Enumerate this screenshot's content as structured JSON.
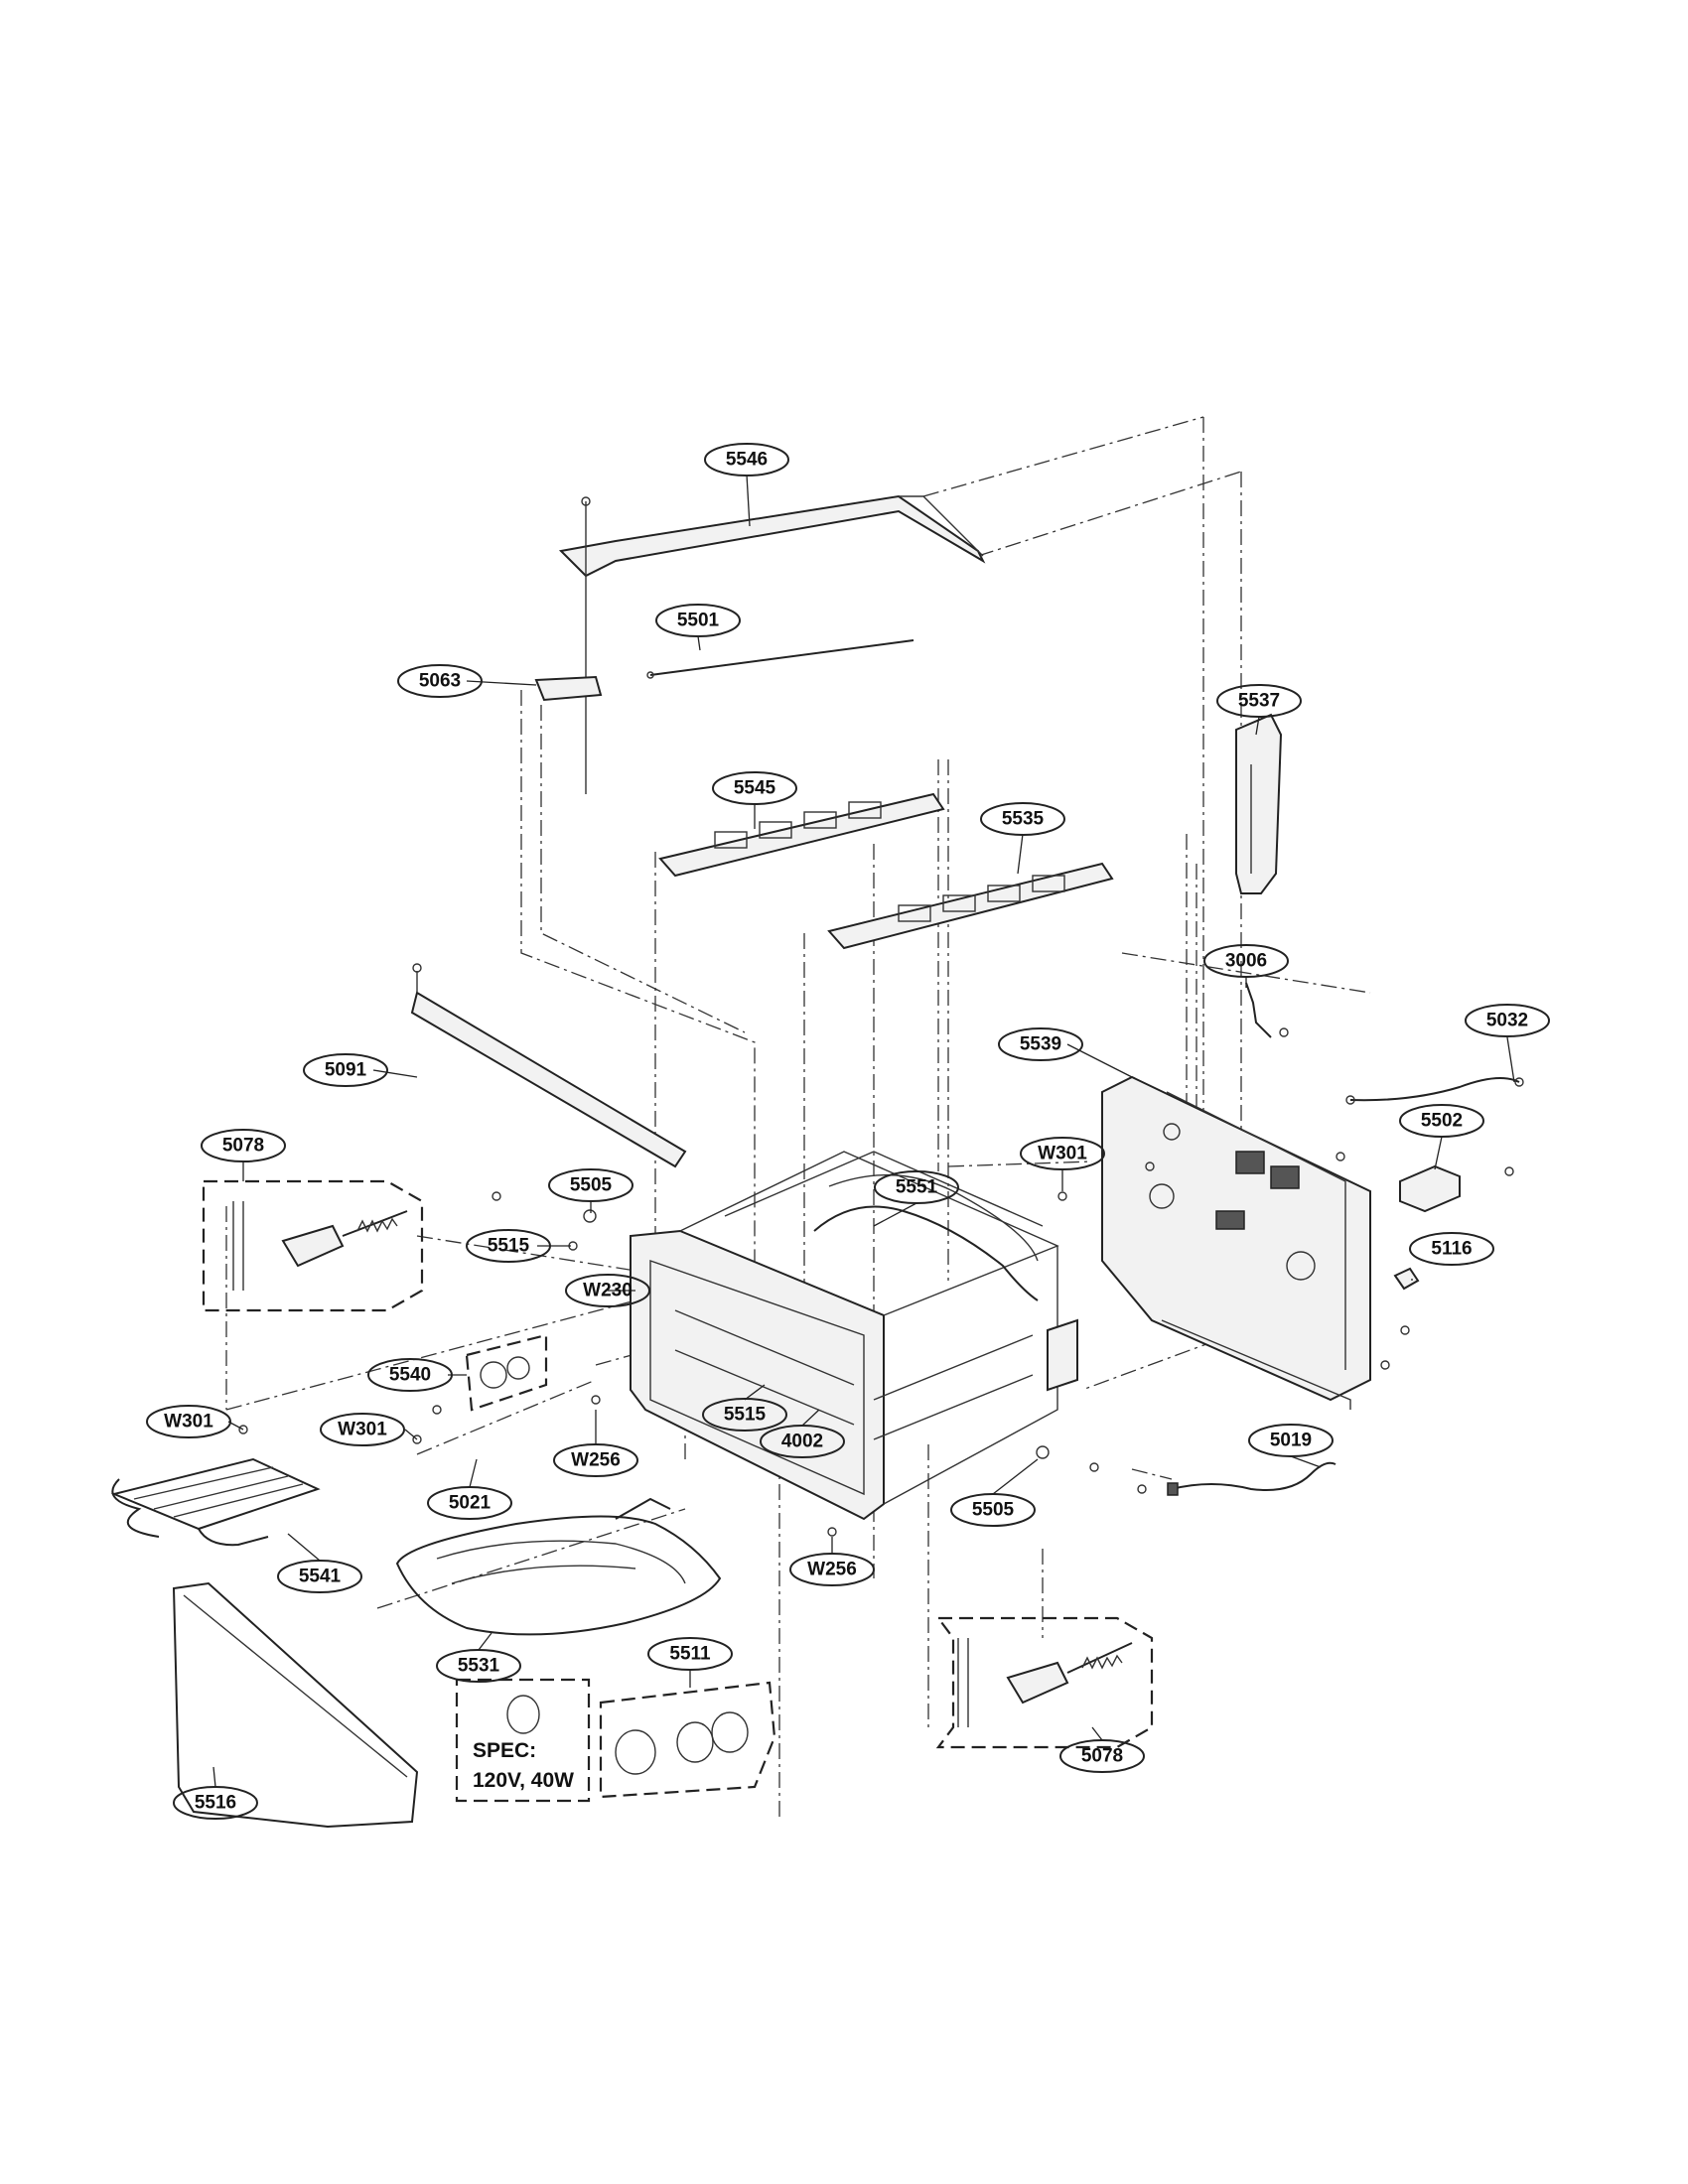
{
  "callouts": [
    {
      "id": "c5546",
      "label": "5546"
    },
    {
      "id": "c5501",
      "label": "5501"
    },
    {
      "id": "c5063",
      "label": "5063"
    },
    {
      "id": "c5537",
      "label": "5537"
    },
    {
      "id": "c5545",
      "label": "5545"
    },
    {
      "id": "c5535",
      "label": "5535"
    },
    {
      "id": "c3006",
      "label": "3006"
    },
    {
      "id": "c5091",
      "label": "5091"
    },
    {
      "id": "c5032",
      "label": "5032"
    },
    {
      "id": "c5539",
      "label": "5539"
    },
    {
      "id": "c5078a",
      "label": "5078"
    },
    {
      "id": "c5502",
      "label": "5502"
    },
    {
      "id": "c5505a",
      "label": "5505"
    },
    {
      "id": "c5551",
      "label": "5551"
    },
    {
      "id": "cW301a",
      "label": "W301"
    },
    {
      "id": "c5515a",
      "label": "5515"
    },
    {
      "id": "c5116",
      "label": "5116"
    },
    {
      "id": "cW230",
      "label": "W230"
    },
    {
      "id": "c5540",
      "label": "5540"
    },
    {
      "id": "c5515b",
      "label": "5515"
    },
    {
      "id": "cW301b",
      "label": "W301"
    },
    {
      "id": "c4002",
      "label": "4002"
    },
    {
      "id": "cW301c",
      "label": "W301"
    },
    {
      "id": "cW256a",
      "label": "W256"
    },
    {
      "id": "c5019",
      "label": "5019"
    },
    {
      "id": "c5021",
      "label": "5021"
    },
    {
      "id": "c5505b",
      "label": "5505"
    },
    {
      "id": "cW256b",
      "label": "W256"
    },
    {
      "id": "c5541",
      "label": "5541"
    },
    {
      "id": "c5531",
      "label": "5531"
    },
    {
      "id": "c5511",
      "label": "5511"
    },
    {
      "id": "c5078b",
      "label": "5078"
    },
    {
      "id": "c5516",
      "label": "5516"
    }
  ],
  "spec_box": {
    "line1": "SPEC:",
    "line2": "120V, 40W"
  }
}
